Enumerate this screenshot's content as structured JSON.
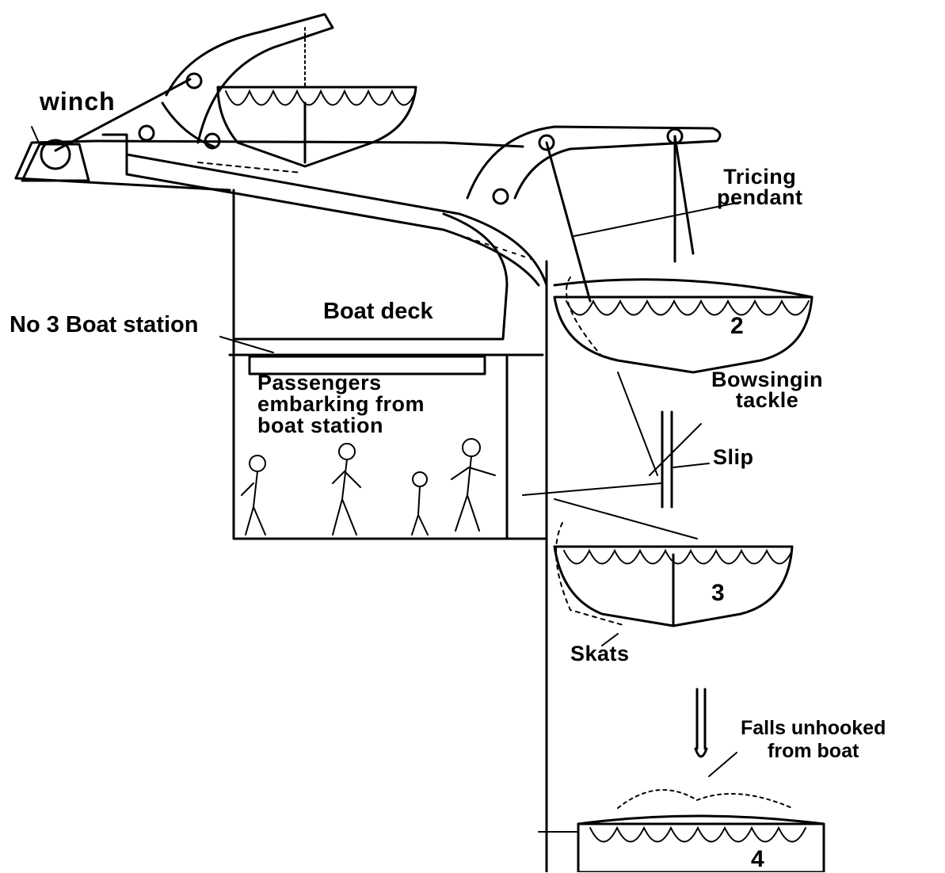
{
  "labels": {
    "winch": "winch",
    "tricing_pendant_line1": "Tricing",
    "tricing_pendant_line2": "pendant",
    "boat_deck": "Boat deck",
    "no3_boat_station": "No 3 Boat station",
    "passengers_line1": "Passengers",
    "passengers_line2": "embarking from",
    "passengers_line3": "boat station",
    "bowsing_line1": "Bowsingin",
    "bowsing_line2": "tackle",
    "slip": "Slip",
    "skats": "Skats",
    "falls_line1": "Falls unhooked",
    "falls_line2": "from boat"
  },
  "stage_numbers": {
    "stage2": "2",
    "stage3": "3",
    "stage4": "4"
  },
  "colors": {
    "ink": "#000000",
    "background": "#ffffff"
  }
}
